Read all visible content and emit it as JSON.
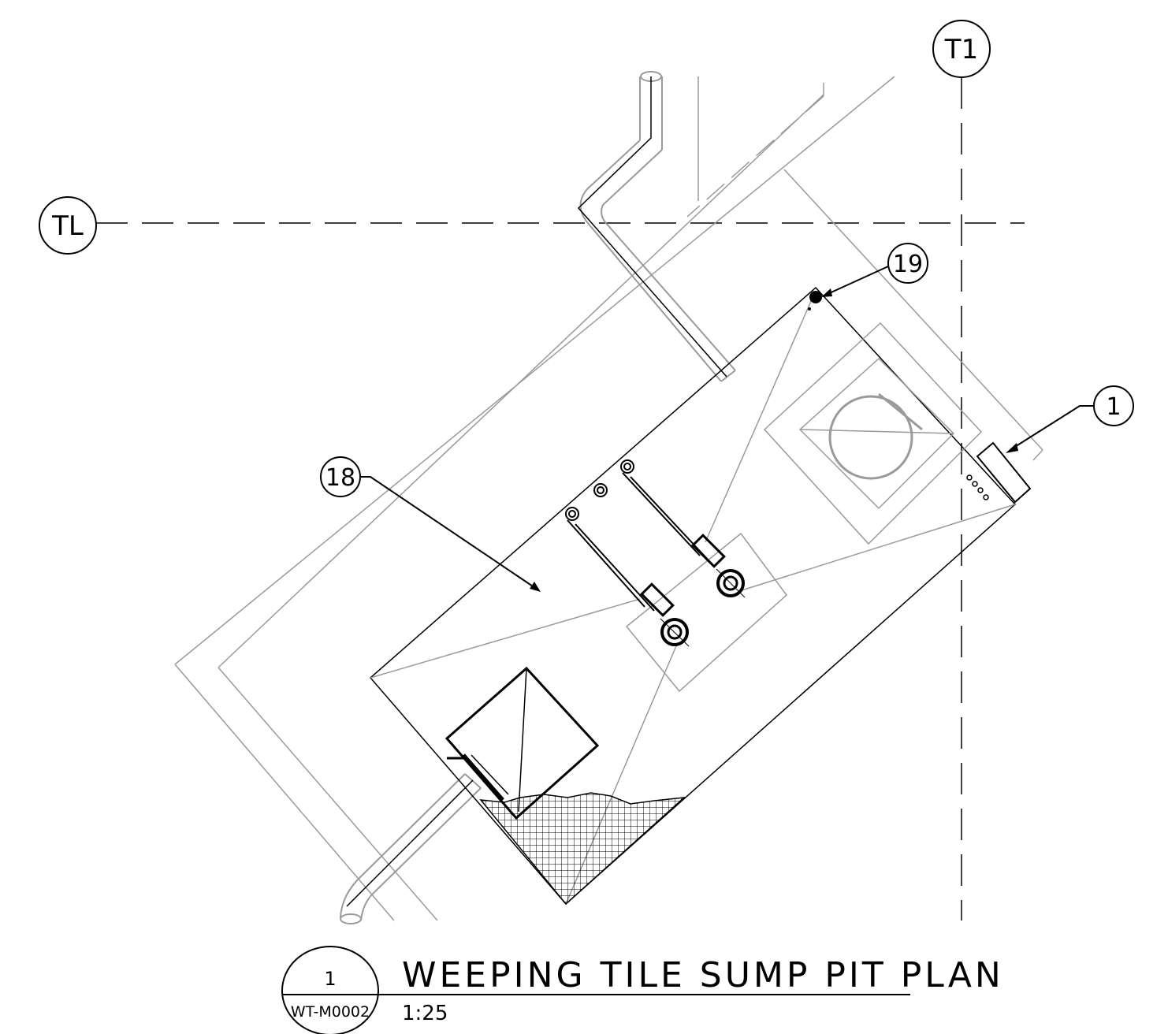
{
  "gridlines": {
    "horizontal": "TL",
    "vertical": "T1"
  },
  "callouts": {
    "c1": "1",
    "c18": "18",
    "c19": "19"
  },
  "title_block": {
    "detail_number": "1",
    "sheet": "WT-M0002",
    "title": "WEEPING TILE SUMP PIT PLAN",
    "scale": "1:25"
  },
  "colors": {
    "ink": "#000000",
    "gray": "#9a9a9a"
  }
}
